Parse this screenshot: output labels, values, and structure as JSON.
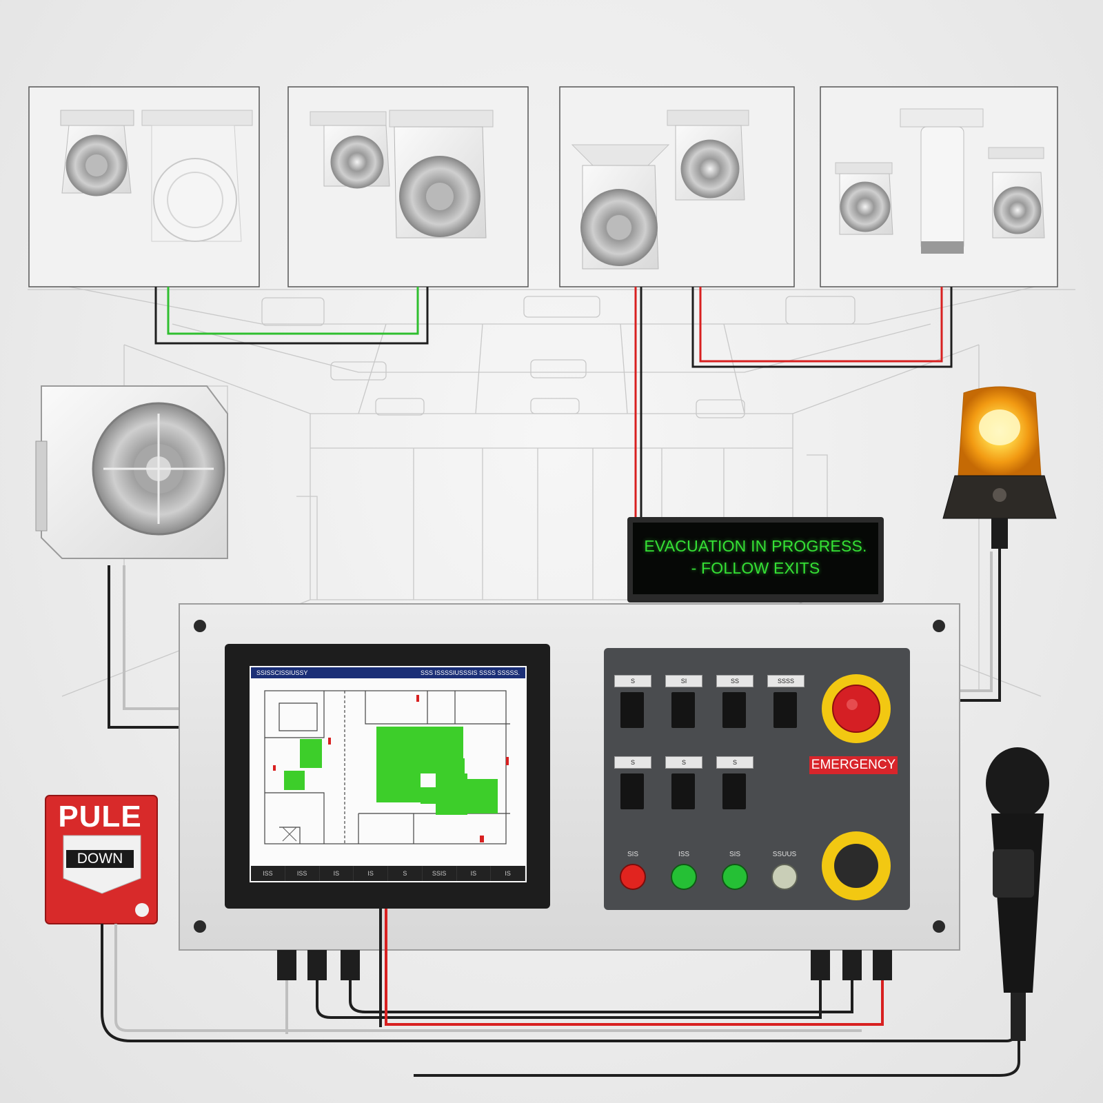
{
  "led_sign": {
    "line1": "EVACUATION IN PROGRESS.",
    "line2": "- FOLLOW EXITS"
  },
  "pull_station": {
    "title": "PULE",
    "action": "DOWN"
  },
  "control_panel": {
    "emergency_label": "EMERGENCY",
    "hmi": {
      "title_left": "SSISSCISSIUSSY",
      "title_right": "SSS ISSSSIUSSSIS SSSS SSSSS.",
      "tabs": [
        "ISS",
        "ISS",
        "IS",
        "IS",
        "S",
        "SSIS",
        "IS",
        "IS"
      ]
    },
    "switch_labels_row1": [
      "S",
      "SI",
      "SS",
      "SSSS"
    ],
    "switch_labels_row2": [
      "S",
      "S",
      "S"
    ],
    "lamp_labels": [
      "SIS",
      "ISS",
      "SIS",
      "SSUUS"
    ]
  },
  "colors": {
    "led_text": "#35e135",
    "alarm_red": "#d8252b",
    "beacon_amber": "#f5a623",
    "wire_red": "#d82020",
    "wire_green": "#2fbf2f",
    "panel_dark": "#4a4c4f",
    "panel_light": "#e3e3e3"
  },
  "icons": [
    "ceiling-speaker-icon",
    "wall-speaker-icon",
    "strobe-beacon-icon",
    "microphone-icon",
    "fire-alarm-pull-station-icon"
  ]
}
